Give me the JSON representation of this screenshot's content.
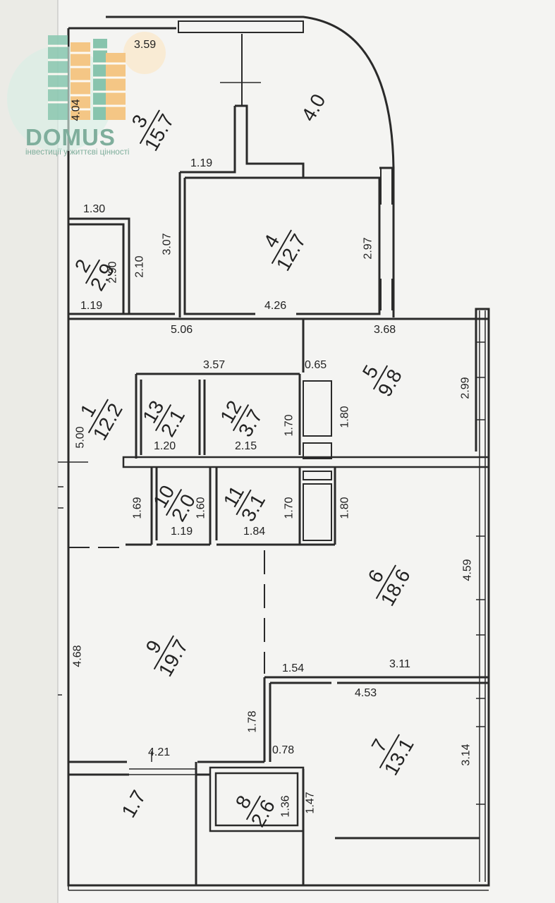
{
  "logo": {
    "name": "DOMUS",
    "tagline": "інвестиції у життєві цінності"
  },
  "rooms": [
    {
      "id": "3",
      "area": "15.7"
    },
    {
      "id": "",
      "area": "4.0"
    },
    {
      "id": "4",
      "area": "12.7"
    },
    {
      "id": "2",
      "area": "2.9"
    },
    {
      "id": "5",
      "area": "9.8"
    },
    {
      "id": "1",
      "area": "12.2"
    },
    {
      "id": "13",
      "area": "2.1"
    },
    {
      "id": "12",
      "area": "3.7"
    },
    {
      "id": "10",
      "area": "2.0"
    },
    {
      "id": "11",
      "area": "3.1"
    },
    {
      "id": "6",
      "area": "18.6"
    },
    {
      "id": "9",
      "area": "19.7"
    },
    {
      "id": "7",
      "area": "13.1"
    },
    {
      "id": "8",
      "area": "2.6"
    },
    {
      "id": "",
      "area": "1.7"
    }
  ],
  "dimensions": [
    "3.59",
    "4.04",
    "1.19",
    "1.30",
    "2.10",
    "2.90",
    "1.19",
    "3.07",
    "2.97",
    "4.26",
    "5.06",
    "3.68",
    "3.57",
    "0.65",
    "2.99",
    "1.70",
    "1.80",
    "1.20",
    "2.15",
    "5.00",
    "1.69",
    "1.60",
    "1.19",
    "1.84",
    "1.70",
    "1.80",
    "4.59",
    "4.68",
    "1.54",
    "3.11",
    "4.53",
    "1.78",
    "0.78",
    "4.21",
    "3.14",
    "1.36",
    "1.47"
  ]
}
